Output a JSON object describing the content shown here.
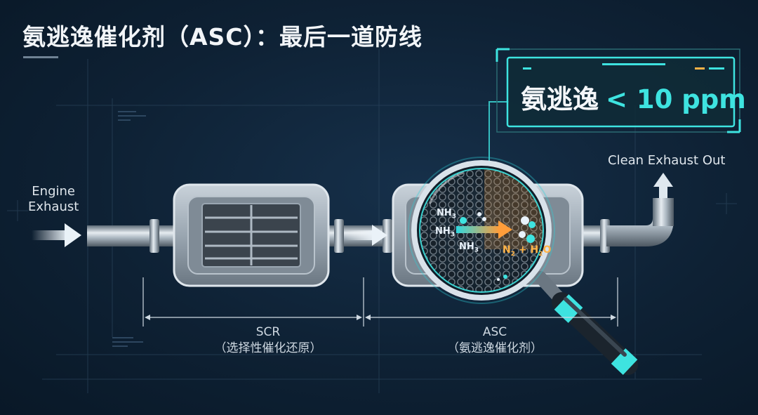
{
  "title": "氨逃逸催化剂（ASC）：最后一道防线",
  "inlet": {
    "line1": "Engine",
    "line2": "Exhaust"
  },
  "outlet": {
    "label": "Clean Exhaust Out"
  },
  "hud": {
    "label": "氨逃逸",
    "value": "< 10 ppm"
  },
  "sections": {
    "scr": {
      "name": "SCR",
      "desc": "（选择性催化还原）"
    },
    "asc": {
      "name": "ASC",
      "desc": "（氨逃逸催化剂）"
    }
  },
  "magnifier": {
    "reactant1": "NH3",
    "reactant2": "NH3",
    "reactant3": "NH3",
    "product": "N2 + H2O"
  },
  "colors": {
    "accent": "#3ee3e0",
    "product": "#ffb347",
    "background": "#0e2134"
  }
}
